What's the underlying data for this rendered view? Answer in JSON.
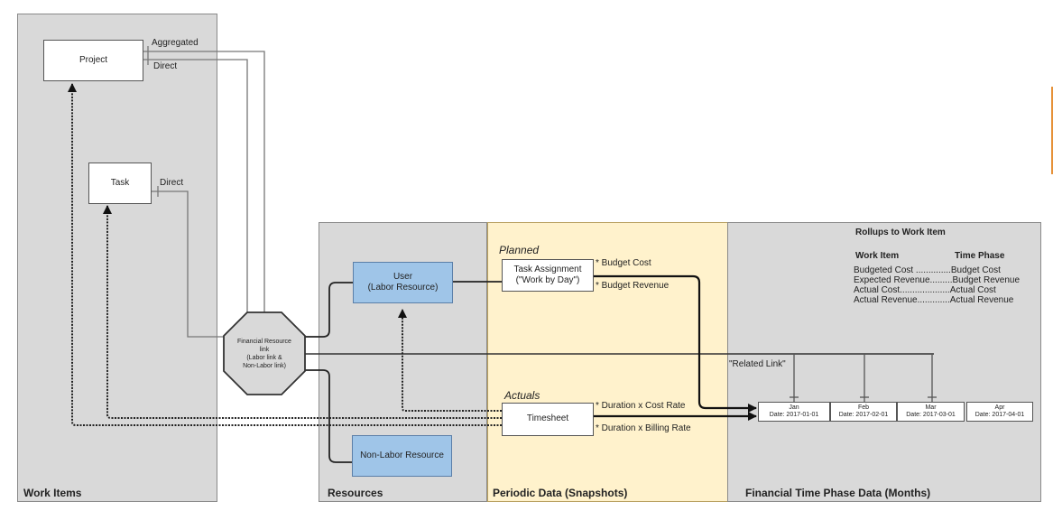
{
  "panels": {
    "work_items": "Work Items",
    "resources": "Resources",
    "periodic": "Periodic Data (Snapshots)",
    "financial": "Financial Time Phase Data (Months)"
  },
  "nodes": {
    "project": "Project",
    "task": "Task",
    "financial_link": [
      "Financial Resource",
      "link",
      "(Labor link &",
      "Non-Labor link)"
    ],
    "user": [
      "User",
      "(Labor Resource)"
    ],
    "non_labor": "Non-Labor Resource",
    "task_assignment": [
      "Task Assignment",
      "(\"Work by Day\")"
    ],
    "timesheet": "Timesheet"
  },
  "labels": {
    "aggregated": "Aggregated",
    "direct_project": "Direct",
    "direct_task": "Direct",
    "planned": "Planned",
    "actuals": "Actuals",
    "budget_cost": "* Budget Cost",
    "budget_revenue": "* Budget Revenue",
    "duration_cost": "* Duration x Cost Rate",
    "duration_billing": "* Duration x Billing Rate",
    "related_link": "\"Related Link\""
  },
  "rollups": {
    "title": "Rollups to Work Item",
    "col_work_item": "Work Item",
    "col_time_phase": "Time Phase",
    "rows": [
      {
        "left": "Budgeted Cost ..............",
        "right": "Budget Cost"
      },
      {
        "left": "Expected Revenue.........",
        "right": "Budget Revenue"
      },
      {
        "left": "Actual Cost....................",
        "right": "Actual Cost"
      },
      {
        "left": "Actual Revenue.............",
        "right": "Actual Revenue"
      }
    ]
  },
  "months": [
    {
      "name": "Jan",
      "date": "Date: 2017-01-01"
    },
    {
      "name": "Feb",
      "date": "Date: 2017-02-01"
    },
    {
      "name": "Mar",
      "date": "Date: 2017-03-01"
    },
    {
      "name": "Apr",
      "date": "Date: 2017-04-01"
    }
  ],
  "colors": {
    "panel_gray": "#d9d9d9",
    "panel_yellow": "#fff2cc",
    "resource_blue": "#9fc5e8",
    "accent_orange": "#e69138"
  }
}
